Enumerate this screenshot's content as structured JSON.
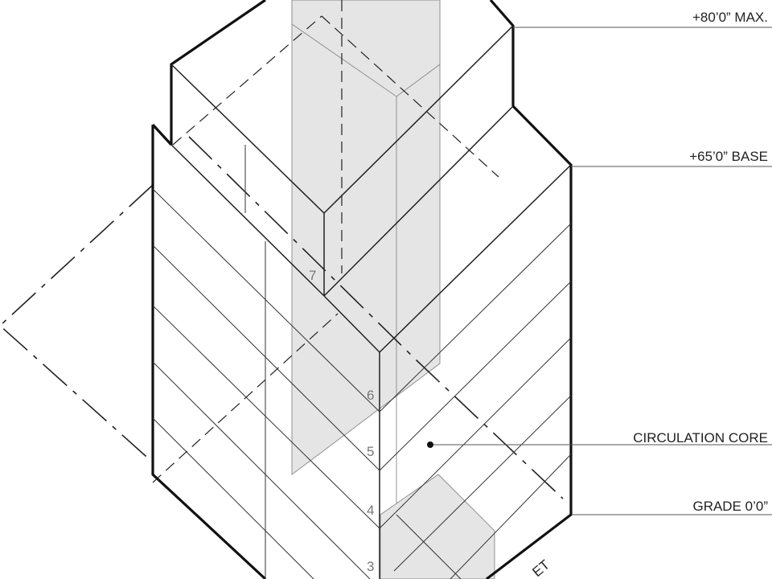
{
  "labels": {
    "max_height": "+80’0” MAX.",
    "base_height": "+65’0” BASE",
    "circulation_core": "CIRCULATION CORE",
    "grade": "GRADE 0’0”",
    "street": "ET"
  },
  "floor_numbers": [
    "7",
    "6",
    "5",
    "4",
    "3"
  ],
  "colors": {
    "line": "#111111",
    "core_fill": "#e5e5e5",
    "label": "#222222",
    "floor_number": "#777777"
  }
}
